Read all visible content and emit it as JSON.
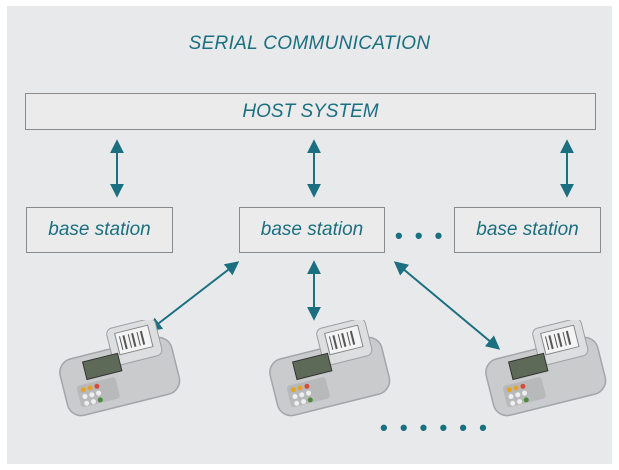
{
  "title": "SERIAL COMMUNICATION",
  "host": {
    "label": "HOST SYSTEM"
  },
  "base_stations": [
    {
      "label": "base station"
    },
    {
      "label": "base station"
    },
    {
      "label": "base station"
    }
  ],
  "ellipsis_stations": "• • •",
  "ellipsis_terminals": "• • • • • •",
  "colors": {
    "accent": "#1a6f80",
    "panel": "#e8e9ea",
    "border": "#8a8a8a"
  },
  "icons": {
    "terminal": "handheld-terminal-icon",
    "link": "bidirectional-arrow-icon"
  }
}
